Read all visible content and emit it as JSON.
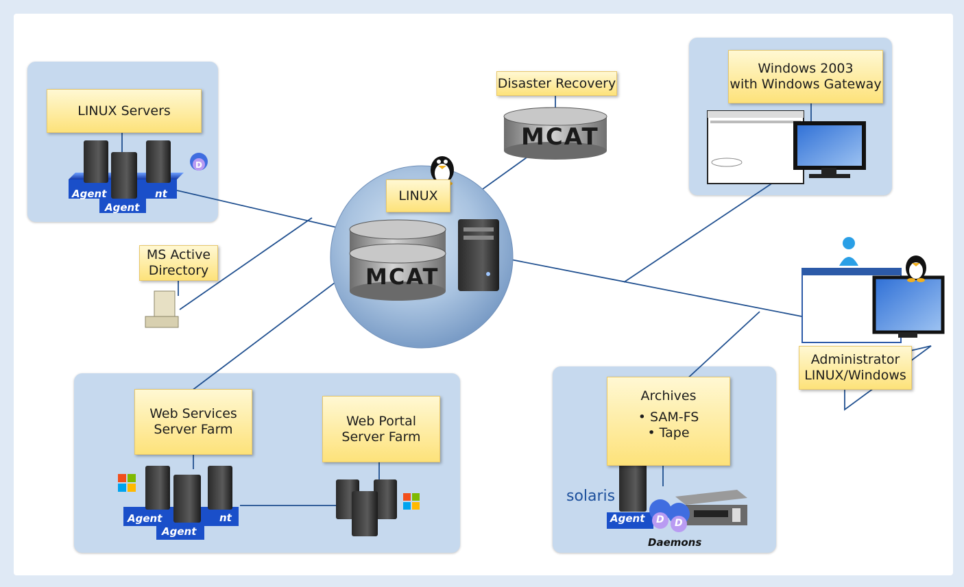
{
  "labels": {
    "linux_servers": "LINUX Servers",
    "disaster_recovery": "Disaster Recovery",
    "linux": "LINUX",
    "ms_active_directory": [
      "MS Active",
      "Directory"
    ],
    "windows_gateway": [
      "Windows 2003",
      "with Windows Gateway"
    ],
    "administrator": [
      "Administrator",
      "LINUX/Windows"
    ],
    "web_services": [
      "Web Services",
      "Server Farm"
    ],
    "web_portal": [
      "Web Portal",
      "Server Farm"
    ],
    "archives_title": "Archives",
    "archives_items": [
      "• SAM-FS",
      "• Tape"
    ]
  },
  "mcat": "MCAT",
  "agent": "Agent",
  "agent_partial": "nt",
  "daemons": "Daemons",
  "daemon_letter": "D",
  "solaris": "solaris",
  "colors": {
    "panel": "#c6d9ee",
    "label_fill": "#fde27a",
    "link_line": "#1f4f8f",
    "agent_blue": "#1a4fc9"
  }
}
